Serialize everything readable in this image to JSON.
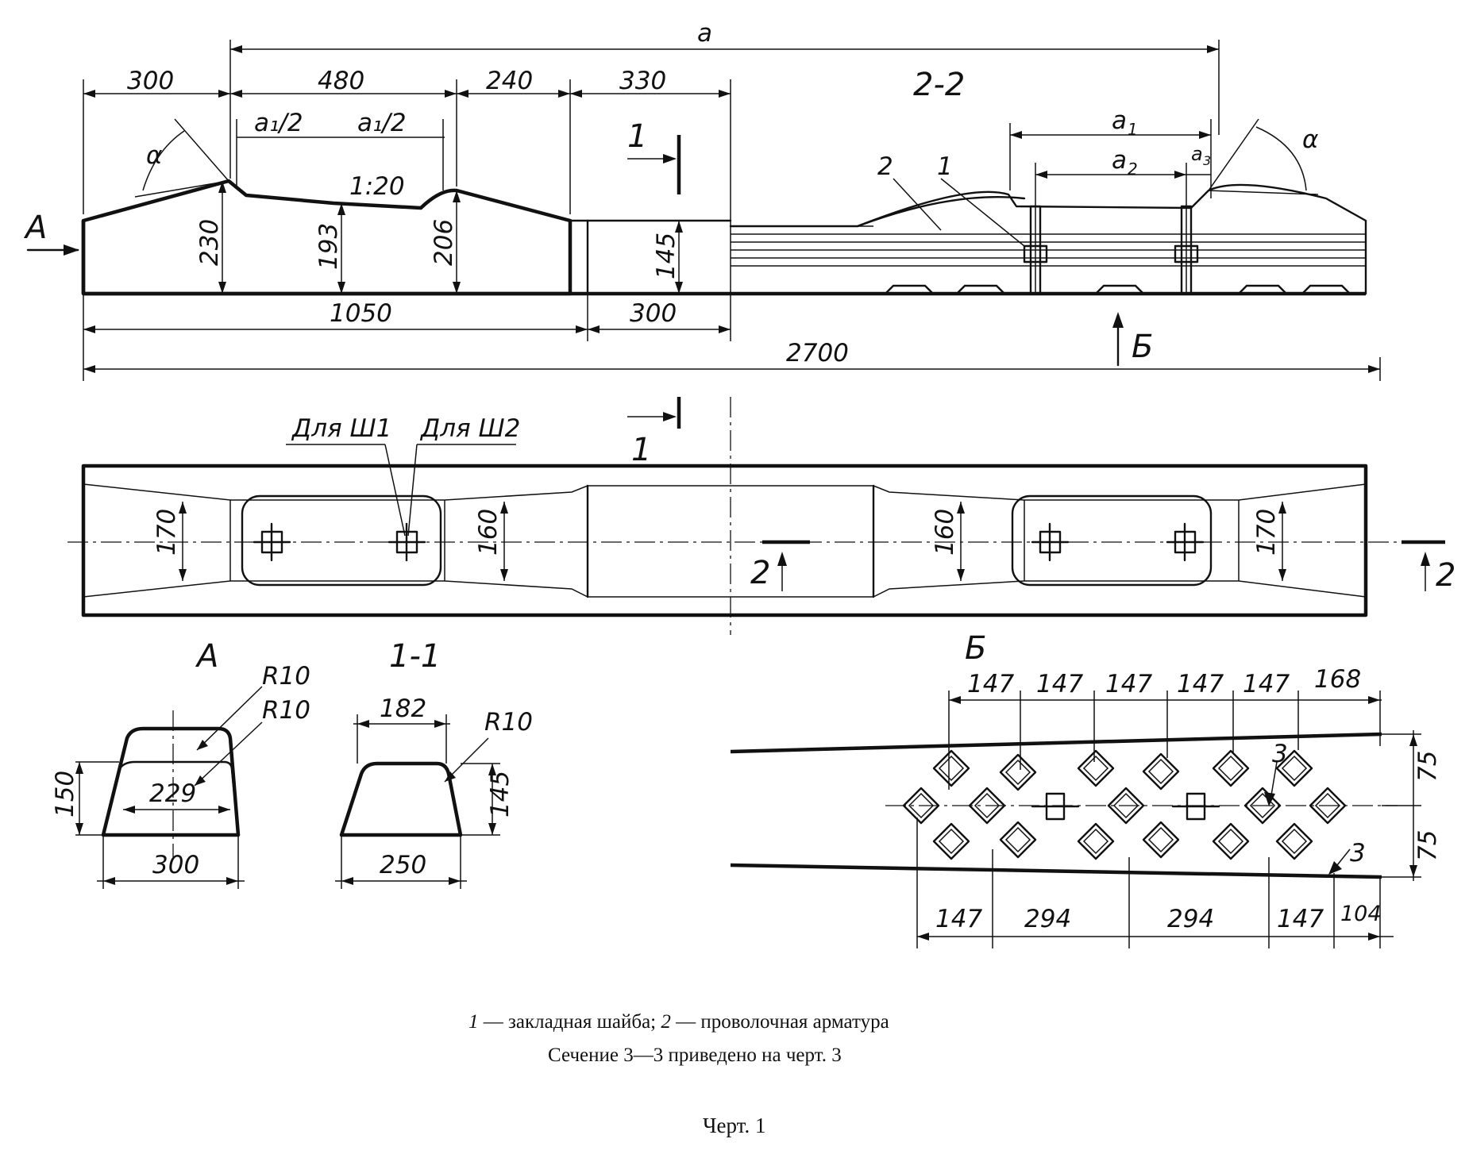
{
  "dims": {
    "top_300": "300",
    "top_480": "480",
    "top_240": "240",
    "top_330": "330",
    "a": "a",
    "a1": "a",
    "a2": "a",
    "a3": "a",
    "a1_sub": "1",
    "a2_sub": "2",
    "a3_sub": "3",
    "a1_half_l": "a₁/2",
    "a1_half_r": "a₁/2",
    "slope": "1:20",
    "h230": "230",
    "h193": "193",
    "h206": "206",
    "h145": "145",
    "b1050": "1050",
    "b300": "300",
    "b2700": "2700",
    "w170_l": "170",
    "w160_l": "160",
    "w160_r": "160",
    "w170_r": "170",
    "alpha_l": "α",
    "alpha_r": "α"
  },
  "labels": {
    "view_a": "A",
    "view_b": "Б",
    "section_22": "2-2",
    "section_11": "1-1",
    "cut1": "1",
    "cut1_top": "1",
    "cut2": "2",
    "cut2_r": "2",
    "call1": "1",
    "call2": "2",
    "for_sh1": "Для Ш1",
    "for_sh2": "Для Ш2",
    "arrow_a": "A",
    "arrow_b": "Б"
  },
  "section_a": {
    "r1": "R10",
    "r2": "R10",
    "w229": "229",
    "h150": "150",
    "w300": "300"
  },
  "section_11": {
    "w182": "182",
    "r": "R10",
    "h145": "145",
    "w250": "250"
  },
  "view_b": {
    "top": [
      "147",
      "147",
      "147",
      "147",
      "147",
      "168"
    ],
    "bottom": [
      "147",
      "294",
      "294",
      "147",
      "104"
    ],
    "h75_top": "75",
    "h75_bot": "75",
    "cut3a": "3",
    "cut3b": "3"
  },
  "caption": {
    "line1_n1": "1",
    "line1_t1": " — закладная шайба; ",
    "line1_n2": "2",
    "line1_t2": " — проволочная арматура",
    "line2": "Сечение 3—3 приведено на черт. 3",
    "line3": "Черт. 1"
  }
}
